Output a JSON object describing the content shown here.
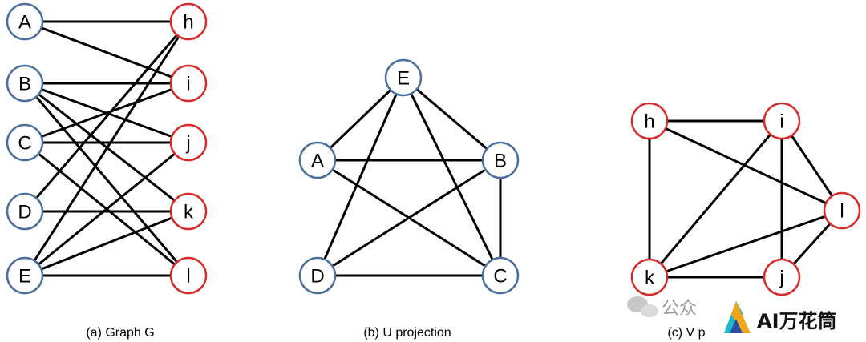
{
  "colors": {
    "u_node": "#4a6f9c",
    "v_node": "#d62b2b",
    "edge": "#000000"
  },
  "panels": [
    {
      "id": "graph-g",
      "caption": "(a) Graph G",
      "nodes": [
        {
          "id": "A",
          "label": "A",
          "part": "u"
        },
        {
          "id": "B",
          "label": "B",
          "part": "u"
        },
        {
          "id": "C",
          "label": "C",
          "part": "u"
        },
        {
          "id": "D",
          "label": "D",
          "part": "u"
        },
        {
          "id": "E",
          "label": "E",
          "part": "u"
        },
        {
          "id": "h",
          "label": "h",
          "part": "v"
        },
        {
          "id": "i",
          "label": "i",
          "part": "v"
        },
        {
          "id": "j",
          "label": "j",
          "part": "v"
        },
        {
          "id": "k",
          "label": "k",
          "part": "v"
        },
        {
          "id": "l",
          "label": "l",
          "part": "v"
        }
      ],
      "edges": [
        [
          "A",
          "h"
        ],
        [
          "A",
          "i"
        ],
        [
          "B",
          "i"
        ],
        [
          "B",
          "j"
        ],
        [
          "B",
          "l"
        ],
        [
          "B",
          "k"
        ],
        [
          "C",
          "i"
        ],
        [
          "C",
          "j"
        ],
        [
          "C",
          "l"
        ],
        [
          "D",
          "h"
        ],
        [
          "D",
          "k"
        ],
        [
          "E",
          "h"
        ],
        [
          "E",
          "j"
        ],
        [
          "E",
          "k"
        ],
        [
          "E",
          "l"
        ]
      ]
    },
    {
      "id": "u-projection",
      "caption": "(b) U projection",
      "nodes": [
        {
          "id": "E",
          "label": "E",
          "part": "u"
        },
        {
          "id": "A",
          "label": "A",
          "part": "u"
        },
        {
          "id": "B",
          "label": "B",
          "part": "u"
        },
        {
          "id": "D",
          "label": "D",
          "part": "u"
        },
        {
          "id": "C",
          "label": "C",
          "part": "u"
        }
      ],
      "edges": [
        [
          "E",
          "A"
        ],
        [
          "E",
          "B"
        ],
        [
          "E",
          "D"
        ],
        [
          "E",
          "C"
        ],
        [
          "A",
          "B"
        ],
        [
          "A",
          "C"
        ],
        [
          "B",
          "D"
        ],
        [
          "B",
          "C"
        ],
        [
          "D",
          "C"
        ]
      ]
    },
    {
      "id": "v-projection",
      "caption": "(c) V p",
      "nodes": [
        {
          "id": "h",
          "label": "h",
          "part": "v"
        },
        {
          "id": "i",
          "label": "i",
          "part": "v"
        },
        {
          "id": "l",
          "label": "l",
          "part": "v"
        },
        {
          "id": "k",
          "label": "k",
          "part": "v"
        },
        {
          "id": "j",
          "label": "j",
          "part": "v"
        }
      ],
      "edges": [
        [
          "h",
          "i"
        ],
        [
          "h",
          "k"
        ],
        [
          "h",
          "l"
        ],
        [
          "i",
          "k"
        ],
        [
          "i",
          "j"
        ],
        [
          "i",
          "l"
        ],
        [
          "k",
          "l"
        ],
        [
          "k",
          "j"
        ],
        [
          "j",
          "l"
        ]
      ]
    }
  ],
  "watermark": {
    "account_text": "公众",
    "brand_text": "AI万花筒"
  }
}
